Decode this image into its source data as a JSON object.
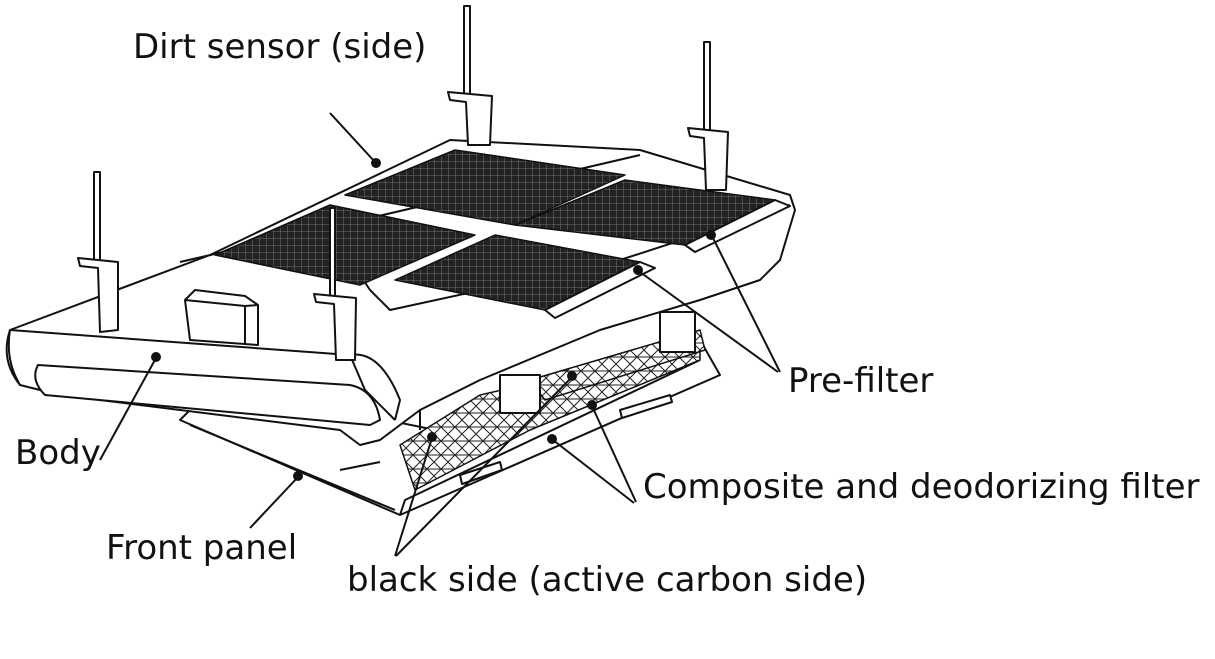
{
  "labels": {
    "dirt_sensor": "Dirt sensor (side)",
    "pre_filter": "Pre-filter",
    "body": "Body",
    "composite_filter": "Composite and deodorizing filter",
    "front_panel": "Front panel",
    "black_side": "black side (active carbon side)"
  },
  "colors": {
    "ink": "#111111",
    "mesh": "#1a1a1a",
    "paper": "#ffffff"
  }
}
